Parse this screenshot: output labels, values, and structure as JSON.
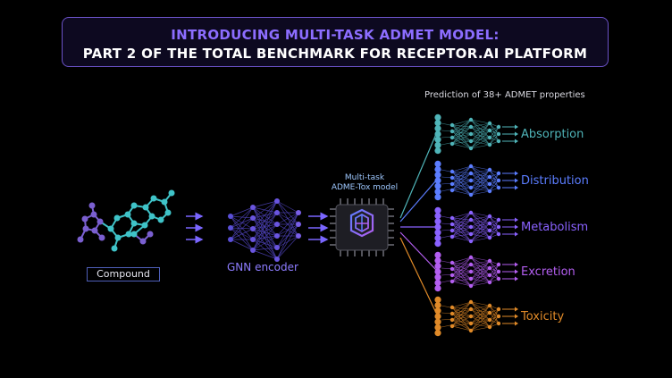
{
  "title": {
    "line1": "INTRODUCING MULTI-TASK ADMET MODEL:",
    "line2": "PART 2 OF THE TOTAL BENCHMARK FOR RECEPTOR.AI PLATFORM"
  },
  "labels": {
    "prediction": "Prediction of 38+ ADMET properties",
    "chip_line1": "Multi-task",
    "chip_line2": "ADME-Tox model",
    "encoder": "GNN encoder",
    "compound": "Compound"
  },
  "outputs": [
    {
      "label": "Absorption",
      "color": "#4fb4b8"
    },
    {
      "label": "Distribution",
      "color": "#5b7dff"
    },
    {
      "label": "Metabolism",
      "color": "#8a62ff"
    },
    {
      "label": "Excretion",
      "color": "#b35ef0"
    },
    {
      "label": "Toxicity",
      "color": "#e08a28"
    }
  ],
  "colors": {
    "accent": "#8c6dff",
    "molecule_teal": "#3fc3c8",
    "molecule_purple": "#7a5fd0"
  }
}
